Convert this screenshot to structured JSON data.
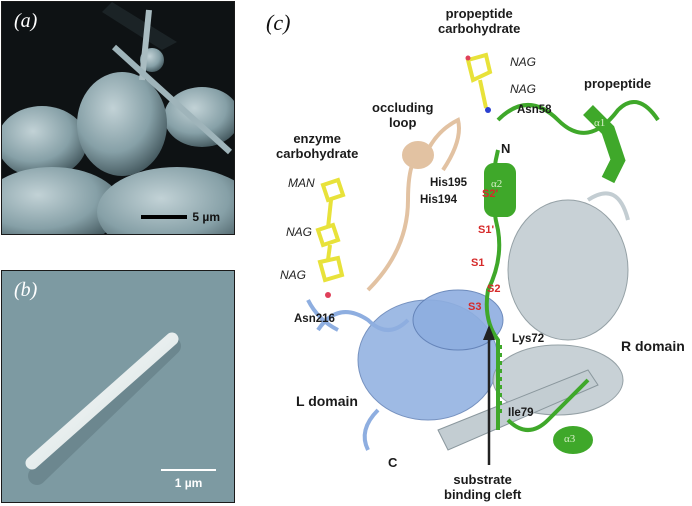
{
  "figure": {
    "panels": [
      {
        "id": "a",
        "label": "(a)",
        "type": "SEM micrograph",
        "scale_bar": "5 µm",
        "background_color": "#101416",
        "particle_color": "#8fa7ad"
      },
      {
        "id": "b",
        "label": "(b)",
        "type": "SEM micrograph",
        "scale_bar": "1 µm",
        "background_color": "#7e9ba3",
        "crystal_color": "#eef3f2"
      },
      {
        "id": "c",
        "label": "(c)",
        "type": "protein cartoon structure",
        "labels": {
          "propeptide_carbohydrate": [
            "propeptide",
            "carbohydrate"
          ],
          "propeptide": "propeptide",
          "occluding_loop": [
            "occluding",
            "loop"
          ],
          "enzyme_carbohydrate": [
            "enzyme",
            "carbohydrate"
          ],
          "l_domain": "L domain",
          "r_domain": "R domain",
          "substrate_binding_cleft": [
            "substrate",
            "binding cleft"
          ],
          "n_terminus": "N",
          "c_terminus": "C"
        },
        "sugars": {
          "propeptide": [
            "NAG",
            "NAG"
          ],
          "enzyme": [
            "MAN",
            "NAG",
            "NAG"
          ]
        },
        "residues": [
          "Asn58",
          "His195",
          "His194",
          "Asn216",
          "Lys72",
          "Ile79"
        ],
        "subsites": [
          "S2'",
          "S1'",
          "S1",
          "S2",
          "S3"
        ],
        "helices": [
          "α1",
          "α2",
          "α3"
        ],
        "colors": {
          "propeptide": "#3fa82a",
          "l_domain": "#8eaee0",
          "r_domain": "#c3cdd2",
          "occluding_loop": "#e2c2a2",
          "carbohydrate_carbon": "#e8e23a",
          "oxygen": "#e0405a",
          "nitrogen": "#2a3fd0",
          "subsite_label": "#d62a2a"
        }
      }
    ]
  }
}
